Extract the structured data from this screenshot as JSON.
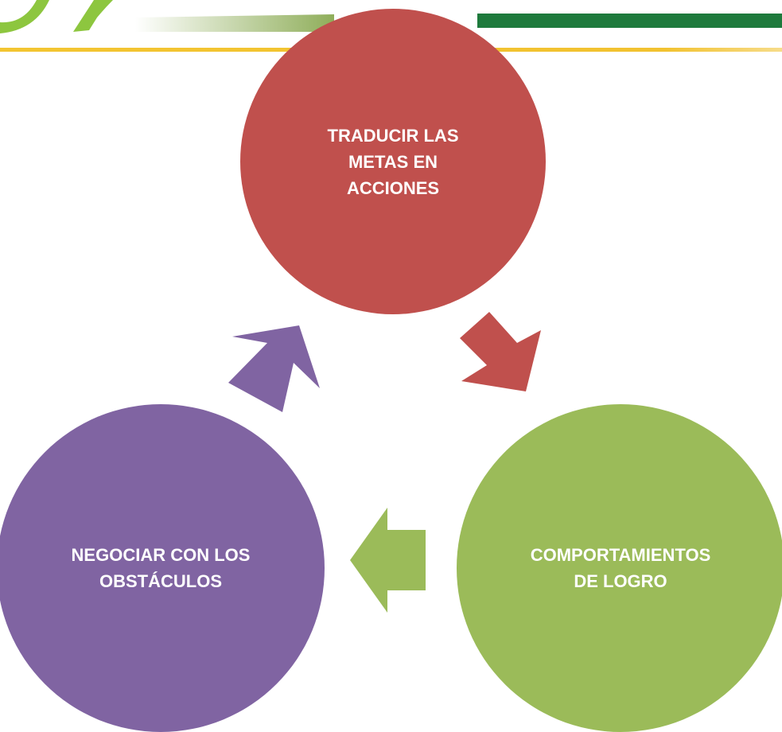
{
  "diagram": {
    "nodes": [
      {
        "id": "top",
        "label": "TRADUCIR LAS\nMETAS EN\nACCIONES",
        "color": "#c0504d"
      },
      {
        "id": "right",
        "label": "COMPORTAMIENTOS\nDE LOGRO",
        "color": "#9bbb59"
      },
      {
        "id": "left",
        "label": "NEGOCIAR CON LOS\nOBSTÁCULOS",
        "color": "#8064a2"
      }
    ],
    "arrows": [
      {
        "from": "top",
        "to": "right",
        "color": "#c0504d"
      },
      {
        "from": "right",
        "to": "left",
        "color": "#9bbb59"
      },
      {
        "from": "left",
        "to": "top",
        "color": "#8064a2"
      }
    ]
  },
  "header": {
    "colors": {
      "dark_green": "#1e7a3c",
      "light_green": "#8dc63f",
      "yellow": "#f2c230"
    }
  }
}
